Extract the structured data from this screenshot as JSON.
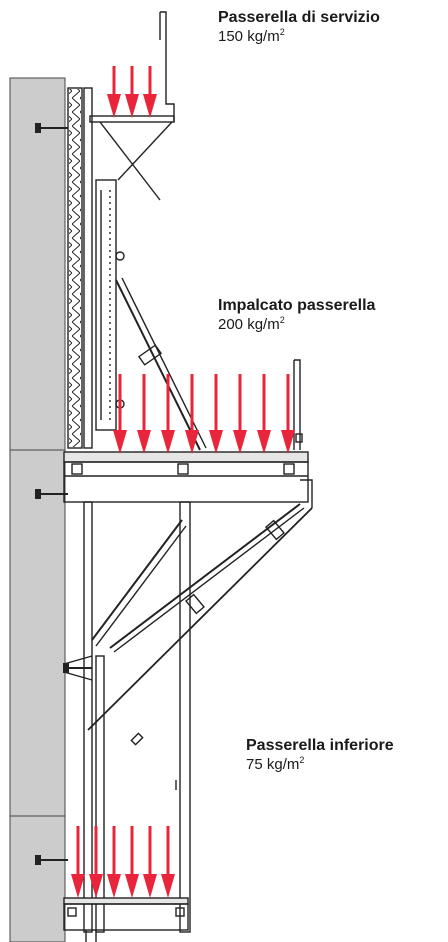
{
  "loads": [
    {
      "title": "Passerella di servizio",
      "value": "150 kg/m",
      "unit_sup": "2"
    },
    {
      "title": "Impalcato passerella",
      "value": "200 kg/m",
      "unit_sup": "2"
    },
    {
      "title": "Passerella inferiore",
      "value": "75 kg/m",
      "unit_sup": "2"
    }
  ],
  "colors": {
    "wall": "#cccccc",
    "steel": "#222222",
    "load_arrow": "#e8253a"
  }
}
